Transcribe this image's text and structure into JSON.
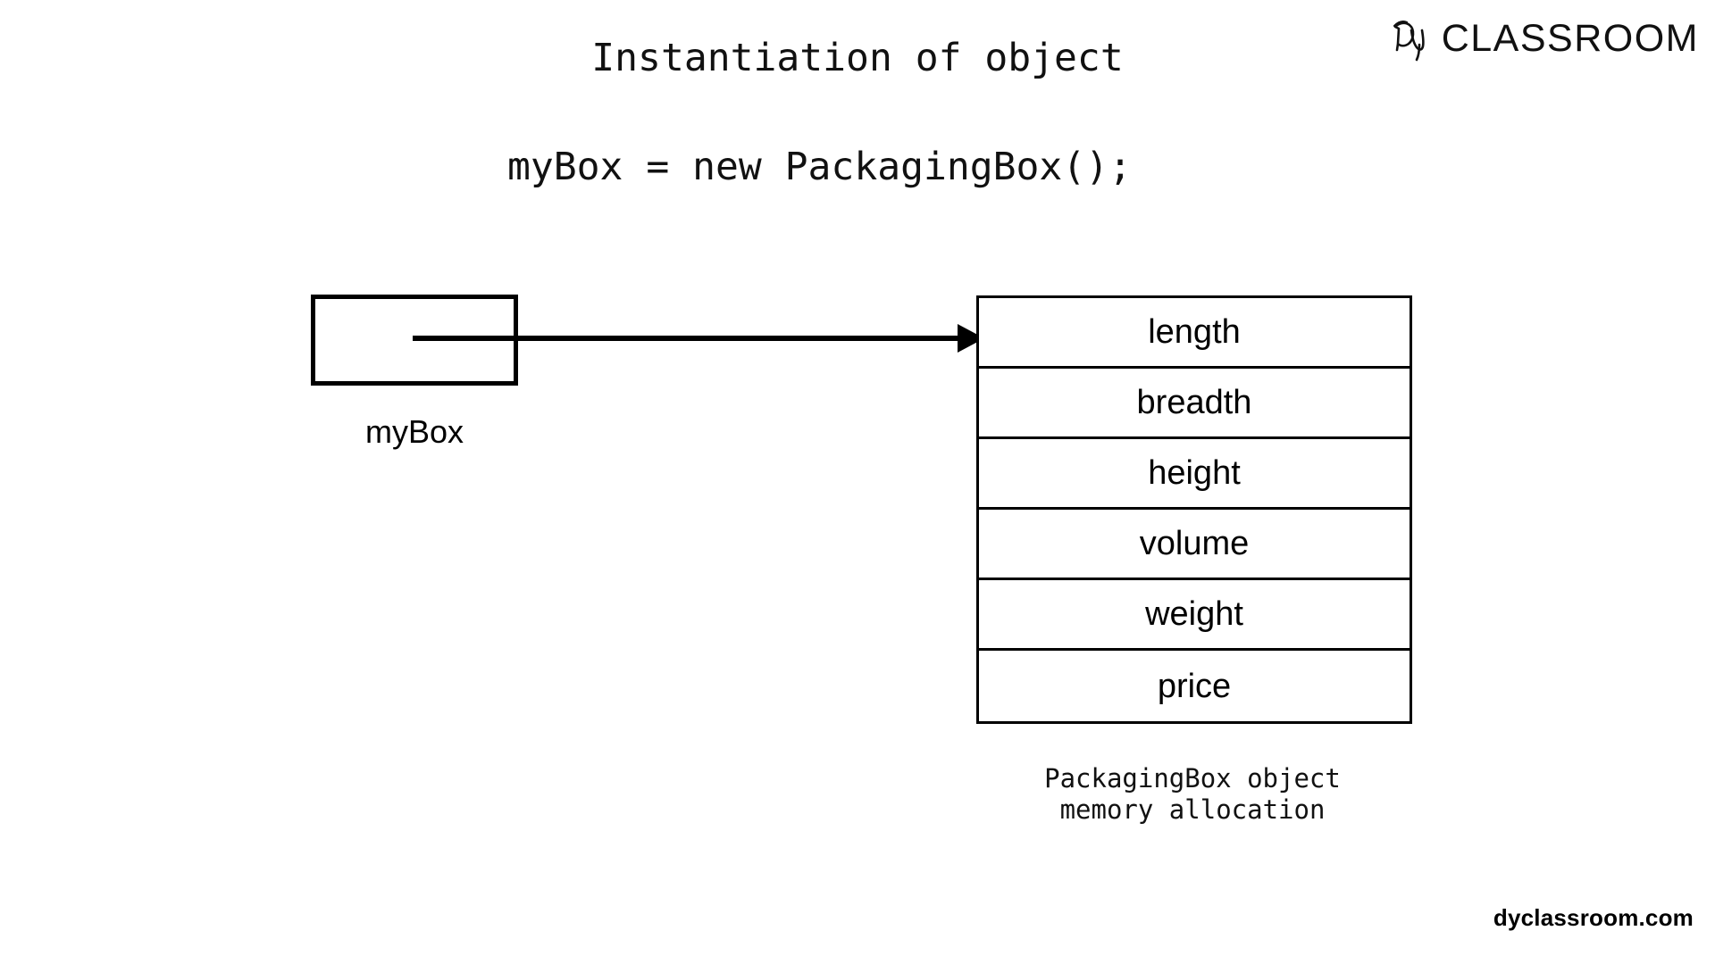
{
  "brand": {
    "logo_monogram": "Dy",
    "logo_word": "CLASSROOM",
    "footer_url": "dyclassroom.com"
  },
  "slide": {
    "title": "Instantiation of object",
    "code_line": "myBox = new PackagingBox();"
  },
  "reference": {
    "box_value": "",
    "label": "myBox"
  },
  "arrow": {
    "direction": "right",
    "from": "myBox reference box",
    "to": "PackagingBox object memory allocation"
  },
  "object_memory": {
    "fields": [
      {
        "name": "length"
      },
      {
        "name": "breadth"
      },
      {
        "name": "height"
      },
      {
        "name": "volume"
      },
      {
        "name": "weight"
      },
      {
        "name": "price"
      }
    ],
    "caption": "PackagingBox object\nmemory allocation"
  },
  "colors": {
    "background": "#ffffff",
    "stroke": "#000000",
    "text": "#111111"
  }
}
